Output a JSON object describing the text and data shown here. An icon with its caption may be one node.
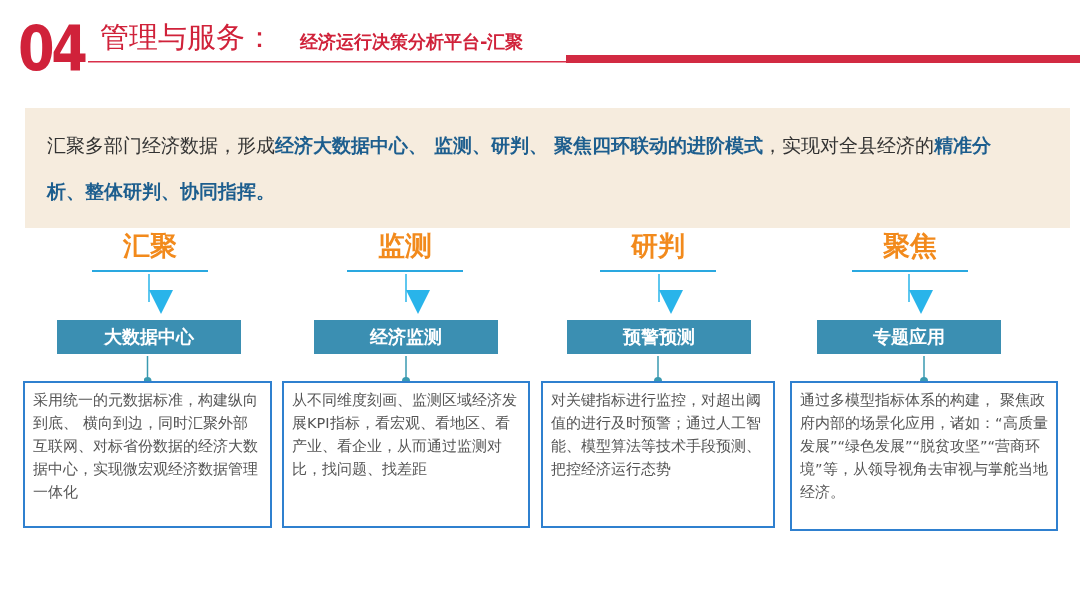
{
  "diagram": {
    "title": "管理与服务：",
    "nodes": [
      {
        "text": [
          "汇聚多部门经济数据，形成**经济大数据中心、 监测、研判、 聚焦四环联动的进阶模式**，实现对全县经济的**精准分析、整体研判、协同指挥。**"
        ]
      },
      {
        "text": [
          "汇聚"
        ]
      },
      {
        "text": [
          "监测"
        ]
      },
      {
        "text": [
          "研判"
        ]
      },
      {
        "text": [
          "聚焦"
        ]
      },
      {
        "text": [
          "大数据中心"
        ]
      },
      {
        "text": [
          "经济监测"
        ]
      },
      {
        "text": [
          "预警预测"
        ]
      },
      {
        "text": [
          "专题应用"
        ]
      },
      {
        "text": [
          "采用统一的元数据标准，构建纵向到底、 横向到边，同时汇聚外部互联网、对标省份数据的经济大数据中心，实现微宏观经济数据管理一体化"
        ]
      },
      {
        "text": [
          "从不同维度刻画、监测区域经济发展KPI指标，看宏观、看地区、看产业、看企业，从而通过监测对比，找问题、找差距"
        ]
      },
      {
        "text": [
          "对关键指标进行监控，对超出阈值的进行及时预警；通过人工智能、模型算法等技术手段预测、把控经济运行态势"
        ]
      },
      {
        "text": [
          "通过多模型指标体系的构建， 聚焦政府内部的场景化应用，诸如：“高质量发展”“绿色发展”“脱贫攻坚”“营商环境”等，从领导视角去审视与掌舵当地经济。"
        ]
      }
    ],
    "edges": [
      {
        "from": 1,
        "to": 5,
        "arrow": "to"
      },
      {
        "from": 2,
        "to": 6,
        "arrow": "to"
      },
      {
        "from": 3,
        "to": 7,
        "arrow": "to"
      },
      {
        "from": 4,
        "to": 8,
        "arrow": "to"
      },
      {
        "from": 5,
        "to": 9,
        "arrow": "other"
      },
      {
        "from": 6,
        "to": 10,
        "arrow": "other"
      },
      {
        "from": 7,
        "to": 11,
        "arrow": "other"
      },
      {
        "from": 8,
        "to": 12,
        "arrow": "other"
      }
    ],
    "labels": [
      "04",
      "经济运行决策分析平台-汇聚"
    ]
  }
}
